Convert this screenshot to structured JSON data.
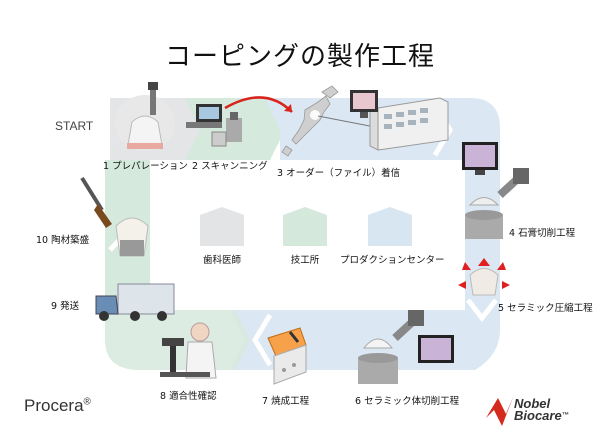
{
  "title": "コーピングの製作工程",
  "start_label": "START",
  "steps": [
    {
      "label": "1 プレパレーション"
    },
    {
      "label": "2 スキャンニング"
    },
    {
      "label": "3 オーダー（ファイル）着信"
    },
    {
      "label": "4 石膏切削工程"
    },
    {
      "label": "5 セラミック圧縮工程"
    },
    {
      "label": "6 セラミック体切削工程"
    },
    {
      "label": "7 焼成工程"
    },
    {
      "label": "8 適合性確認"
    },
    {
      "label": "9 発送"
    },
    {
      "label": "10 陶材築盛"
    }
  ],
  "legend": [
    {
      "label": "歯科医師",
      "color": "#e2e4e6"
    },
    {
      "label": "技工所",
      "color": "#d5e8dc"
    },
    {
      "label": "プロダクションセンター",
      "color": "#d8e6f2"
    }
  ],
  "brand": {
    "name": "Procera",
    "mark": "®"
  },
  "logo": {
    "line1": "Nobel",
    "line2": "Biocare",
    "mark": "™"
  }
}
